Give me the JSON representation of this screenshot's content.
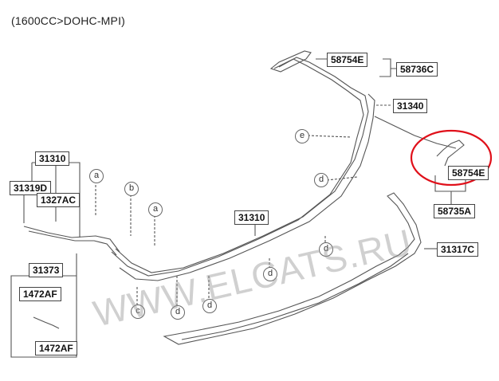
{
  "header": {
    "variant": "(1600CC>DOHC-MPI)"
  },
  "labels": {
    "l58754e_top": "58754E",
    "l58736c": "58736C",
    "l31340": "31340",
    "l31310_left": "31310",
    "l31319d": "31319D",
    "l1327ac": "1327AC",
    "l31310_mid": "31310",
    "l58754e_right": "58754E",
    "l58735a": "58735A",
    "l31317c": "31317C",
    "l31373": "31373",
    "l1472af_top": "1472AF",
    "l1472af_bottom": "1472AF"
  },
  "callouts": {
    "e": "e",
    "d1": "d",
    "a1": "a",
    "b": "b",
    "a2": "a",
    "d2": "d",
    "c": "c",
    "d3": "d",
    "d4": "d",
    "d5": "d"
  },
  "watermark": "WWW.ELCATS.RU",
  "colors": {
    "line": "#555555",
    "highlight": "#e0101a",
    "watermark": "#969696"
  }
}
